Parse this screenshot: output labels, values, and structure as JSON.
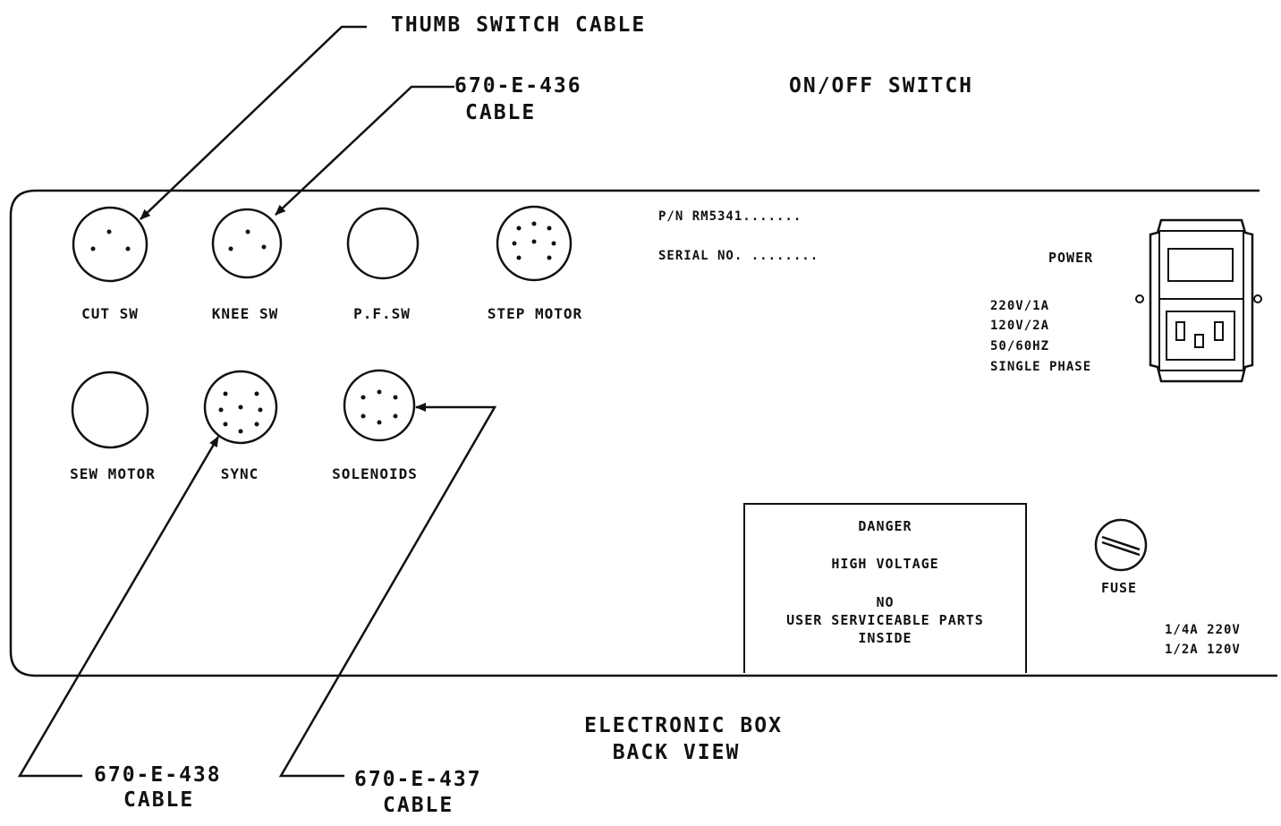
{
  "callouts": {
    "thumb_switch": "THUMB SWITCH CABLE",
    "cable_436_num": "670-E-436",
    "cable_436_word": "CABLE",
    "on_off": "ON/OFF SWITCH",
    "cable_438_num": "670-E-438",
    "cable_438_word": "CABLE",
    "cable_437_num": "670-E-437",
    "cable_437_word": "CABLE"
  },
  "title": {
    "line1": "ELECTRONIC BOX",
    "line2": "BACK VIEW"
  },
  "ports": {
    "cut_sw": "CUT SW",
    "knee_sw": "KNEE SW",
    "pf_sw": "P.F.SW",
    "step_motor": "STEP MOTOR",
    "sew_motor": "SEW MOTOR",
    "sync": "SYNC",
    "solenoids": "SOLENOIDS"
  },
  "plate": {
    "part_no": "P/N RM5341.......",
    "serial_no": "SERIAL NO. ........"
  },
  "power": {
    "label": "POWER",
    "spec1": "220V/1A",
    "spec2": "120V/2A",
    "spec3": "50/60HZ",
    "spec4": "SINGLE PHASE"
  },
  "warning": {
    "line1": "DANGER",
    "line2": "HIGH VOLTAGE",
    "line3": "NO",
    "line4": "USER SERVICEABLE PARTS",
    "line5": "INSIDE"
  },
  "fuse": {
    "label": "FUSE",
    "rating1": "1/4A 220V",
    "rating2": "1/2A 120V"
  }
}
